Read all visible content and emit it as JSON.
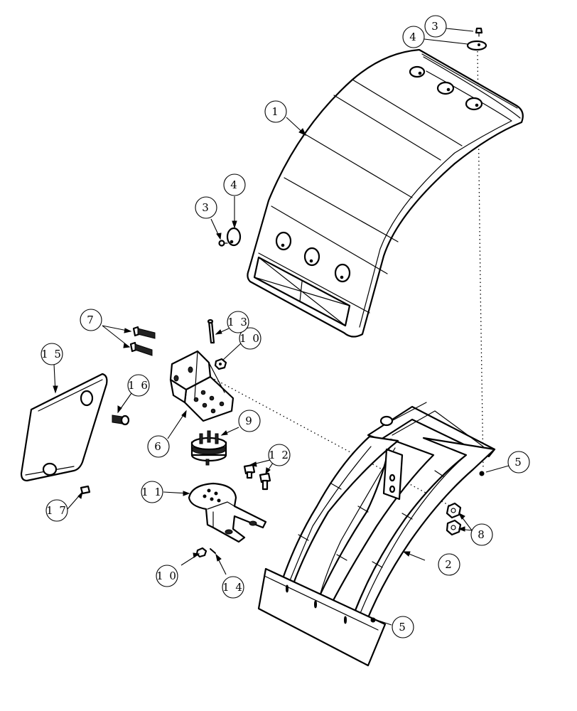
{
  "callouts": [
    {
      "id": "c1",
      "label": "1"
    },
    {
      "id": "c2",
      "label": "2"
    },
    {
      "id": "c3a",
      "label": "3"
    },
    {
      "id": "c3b",
      "label": "3"
    },
    {
      "id": "c4a",
      "label": "4"
    },
    {
      "id": "c4b",
      "label": "4"
    },
    {
      "id": "c5a",
      "label": "5"
    },
    {
      "id": "c5b",
      "label": "5"
    },
    {
      "id": "c6",
      "label": "6"
    },
    {
      "id": "c7",
      "label": "7"
    },
    {
      "id": "c8",
      "label": "8"
    },
    {
      "id": "c9",
      "label": "9"
    },
    {
      "id": "c10a",
      "label": "1 0"
    },
    {
      "id": "c10b",
      "label": "1 0"
    },
    {
      "id": "c11",
      "label": "1 1"
    },
    {
      "id": "c12",
      "label": "1 2"
    },
    {
      "id": "c13",
      "label": "1 3"
    },
    {
      "id": "c14",
      "label": "1 4"
    },
    {
      "id": "c15",
      "label": "1 5"
    },
    {
      "id": "c16",
      "label": "1 6"
    },
    {
      "id": "c17",
      "label": "1 7"
    }
  ]
}
